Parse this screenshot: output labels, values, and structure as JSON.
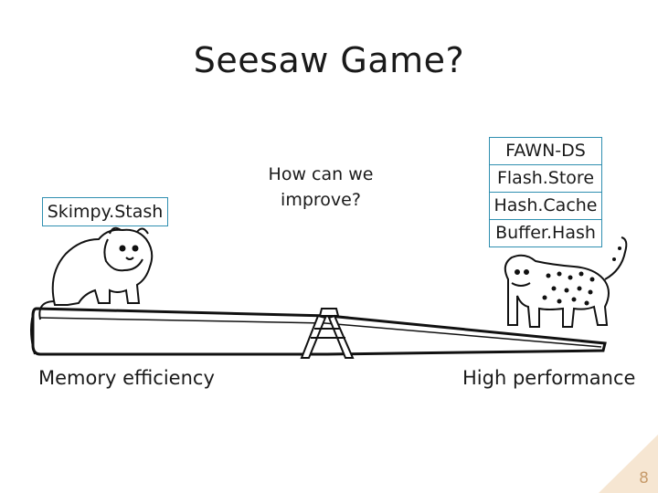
{
  "slide": {
    "title": "Seesaw Game?",
    "left_box": "Skimpy.Stash",
    "right_boxes": [
      "FAWN-DS",
      "Flash.Store",
      "Hash.Cache",
      "Buffer.Hash"
    ],
    "question": "How can we improve?",
    "left_caption": "Memory efficiency",
    "right_caption": "High performance",
    "page_number": "8"
  }
}
